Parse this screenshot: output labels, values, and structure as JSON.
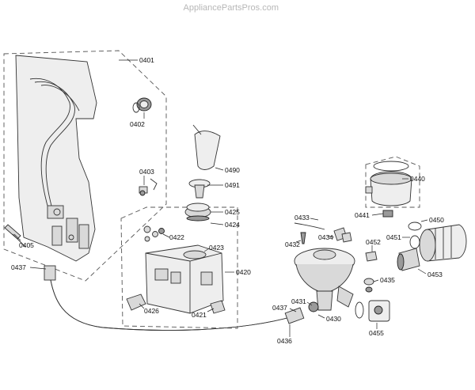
{
  "watermark": "AppliancePartsPros.com",
  "labels": {
    "l0401": "0401",
    "l0402": "0402",
    "l0403": "0403",
    "l0405": "0405",
    "l0437a": "0437",
    "l0490": "0490",
    "l0491": "0491",
    "l0425": "0425",
    "l0424": "0424",
    "l0422": "0422",
    "l0423": "0423",
    "l0420": "0420",
    "l0426": "0426",
    "l0421": "0421",
    "l0433": "0433",
    "l0432": "0432",
    "l0434": "0434",
    "l0452": "0452",
    "l0440": "0440",
    "l0441": "0441",
    "l0450": "0450",
    "l0451": "0451",
    "l0453": "0453",
    "l0435": "0435",
    "l0437b": "0437",
    "l0431": "0431",
    "l0430": "0430",
    "l0436": "0436",
    "l0455": "0455"
  }
}
